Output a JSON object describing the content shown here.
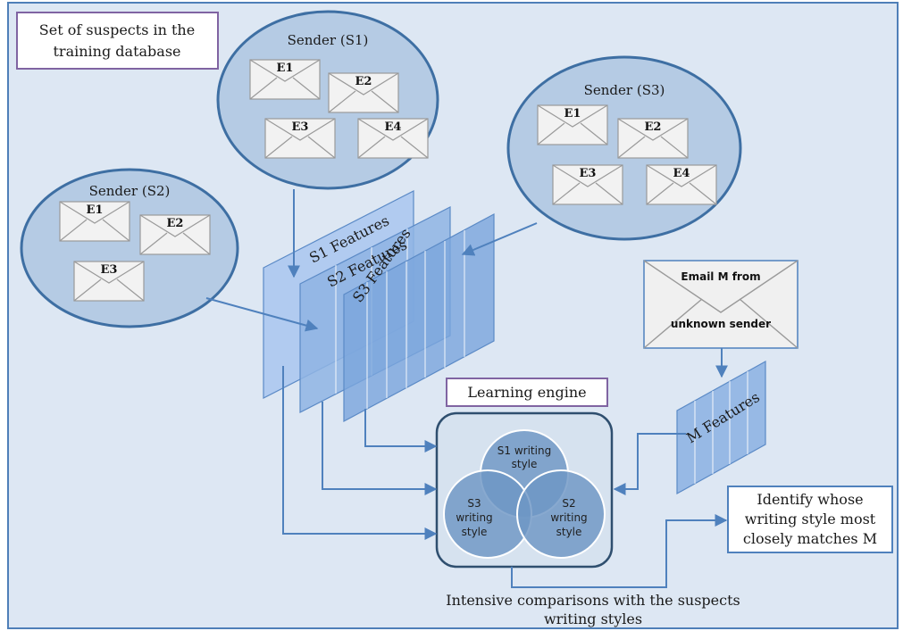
{
  "title_box": {
    "line1": "Set of suspects in the",
    "line2": "training database"
  },
  "senders": {
    "s1": {
      "title": "Sender (S1)",
      "emails": [
        "E1",
        "E2",
        "E3",
        "E4"
      ]
    },
    "s2": {
      "title": "Sender (S2)",
      "emails": [
        "E1",
        "E2",
        "E3"
      ]
    },
    "s3": {
      "title": "Sender (S3)",
      "emails": [
        "E1",
        "E2",
        "E3",
        "E4"
      ]
    }
  },
  "feature_planes": {
    "s1": "S1 Features",
    "s2": "S2 Features",
    "s3": "S3 Features",
    "m": "M Features"
  },
  "unknown_email": {
    "line1": "Email M from",
    "line2": "unknown sender"
  },
  "learning_engine": {
    "label": "Learning engine",
    "styles": {
      "s1": [
        "S1 writing",
        "style"
      ],
      "s2": [
        "S2",
        "writing",
        "style"
      ],
      "s3": [
        "S3",
        "writing",
        "style"
      ]
    }
  },
  "result_box": {
    "line1": "Identify whose",
    "line2": "writing style most",
    "line3": "closely matches M"
  },
  "comparison_caption": {
    "line1": "Intensive comparisons with the suspects",
    "line2": "writing styles"
  },
  "colors": {
    "panel": "#dde7f3",
    "sender_fill": "#b5cbe4",
    "arrow": "#4f81bd",
    "plane": "#8fb4e3",
    "venn": "#6e96c4",
    "title_border": "#8064a2"
  }
}
